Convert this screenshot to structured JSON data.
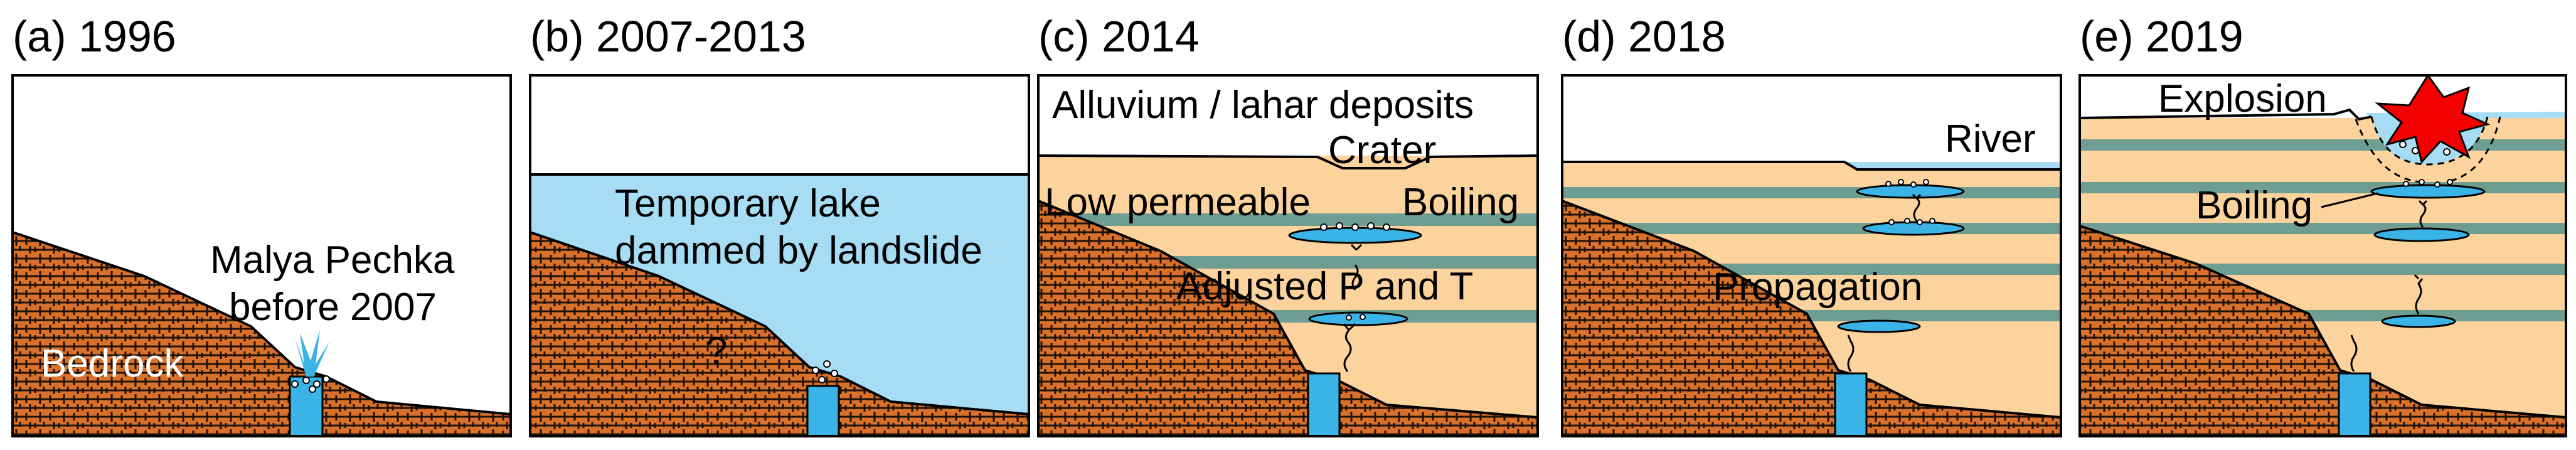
{
  "colors": {
    "bedrock": "#d9712a",
    "water": "#a6dcf4",
    "water_dark": "#3ab4e6",
    "sediment": "#fcd39c",
    "impermeable_band": "#6e9e92",
    "explosion": "#f40000"
  },
  "panels": [
    {
      "title": "(a) 1996",
      "labels": {
        "bedrock": "Bedrock",
        "spring_line1": "Malya Pechka",
        "spring_line2": "before 2007"
      }
    },
    {
      "title": "(b) 2007-2013",
      "labels": {
        "lake_line1": "Temporary lake",
        "lake_line2": "dammed by landslide",
        "question": "?"
      }
    },
    {
      "title": "(c) 2014",
      "labels": {
        "alluvium": "Alluvium / lahar deposits",
        "crater": "Crater",
        "low_perm": "Low permeable",
        "boiling": "Boiling",
        "adjusted": "Adjusted P and T"
      }
    },
    {
      "title": "(d) 2018",
      "labels": {
        "river": "River",
        "propagation": "Propagation"
      }
    },
    {
      "title": "(e) 2019",
      "labels": {
        "explosion": "Explosion",
        "boiling": "Boiling"
      }
    }
  ]
}
